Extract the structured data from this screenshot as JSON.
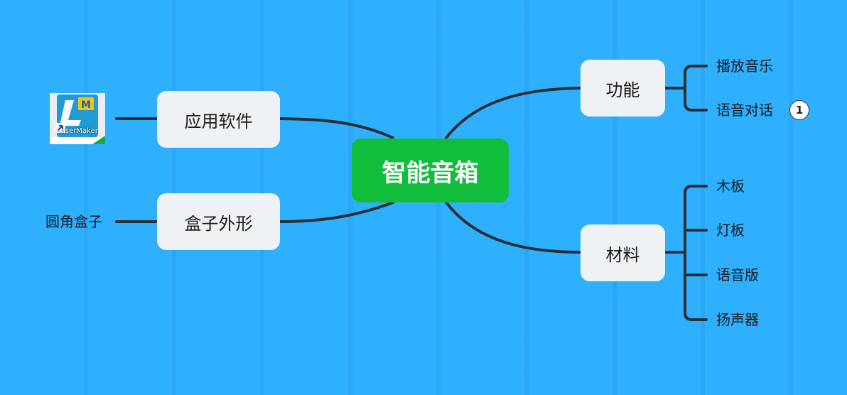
{
  "root": {
    "label": "智能音箱",
    "color": "#12bd3c"
  },
  "left_branches": [
    {
      "label": "应用软件",
      "child_type": "icon",
      "icon": "lasermaker-app-icon",
      "icon_caption": "LaserMaker"
    },
    {
      "label": "盒子外形",
      "child_type": "text",
      "child": "圆角盒子"
    }
  ],
  "right_branches": [
    {
      "label": "功能",
      "children": [
        "播放音乐",
        "语音对话"
      ],
      "badge": "1"
    },
    {
      "label": "材料",
      "children": [
        "木板",
        "灯板",
        "语音版",
        "扬声器"
      ]
    }
  ],
  "colors": {
    "background": "#2fb0ff",
    "node": "#eef2f5",
    "line": "#2b2f33"
  }
}
